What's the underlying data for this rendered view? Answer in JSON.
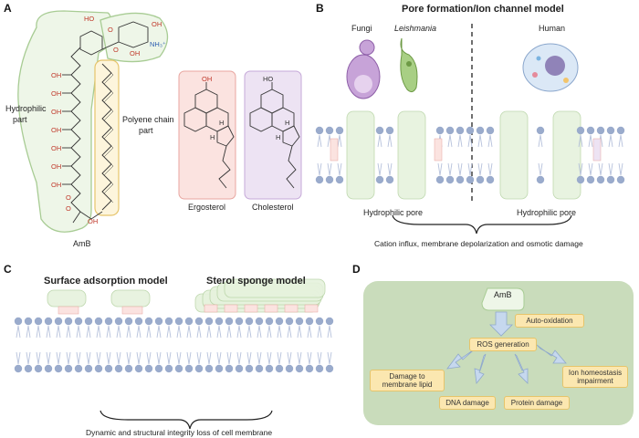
{
  "panels": {
    "a": "A",
    "b": "B",
    "c": "C",
    "d": "D"
  },
  "panel_a": {
    "hydrophilic_label_1": "Hydrophilic",
    "hydrophilic_label_2": "part",
    "polyene_label_1": "Polyene chain",
    "polyene_label_2": "part",
    "amb_label": "AmB",
    "ergosterol_label": "Ergosterol",
    "cholesterol_label": "Cholesterol",
    "atom_labels": [
      "HO",
      "O",
      "OH",
      "OH",
      "OH",
      "OH",
      "OH",
      "OH",
      "OH",
      "OH",
      "O",
      "O",
      "O",
      "NH₃⁺",
      "OH",
      "OH",
      "OH",
      "H",
      "H",
      "H",
      "H",
      "HO"
    ]
  },
  "panel_b": {
    "title": "Pore formation/Ion channel model",
    "fungi_label": "Fungi",
    "leishmania_label": "Leishmania",
    "human_label": "Human",
    "pore_label_left": "Hydrophilic pore",
    "pore_label_right": "Hydrophilic pore",
    "caption": "Cation influx, membrane depolarization and osmotic damage"
  },
  "panel_c": {
    "title_left": "Surface adsorption model",
    "title_right": "Sterol sponge model",
    "caption": "Dynamic and structural integrity loss of cell membrane"
  },
  "panel_d": {
    "amb": "AmB",
    "auto_oxidation": "Auto-oxidation",
    "ros": "ROS generation",
    "damage_lipid": "Damage to membrane lipid",
    "dna": "DNA damage",
    "protein": "Protein damage",
    "ion": "Ion homeostasis impairment"
  },
  "colors": {
    "membrane_head": "#9aabcc",
    "membrane_tail": "#b7c2dc",
    "amb_green": "#e6f2dd",
    "amb_border": "#b8d4a6",
    "ergosterol_fill": "#fbe3e0",
    "cholesterol_fill": "#ede3f3",
    "panel_d_bg": "#c9dcbb",
    "box_fill": "#fbe7b0",
    "arrow_fill": "#c6d8ee"
  }
}
